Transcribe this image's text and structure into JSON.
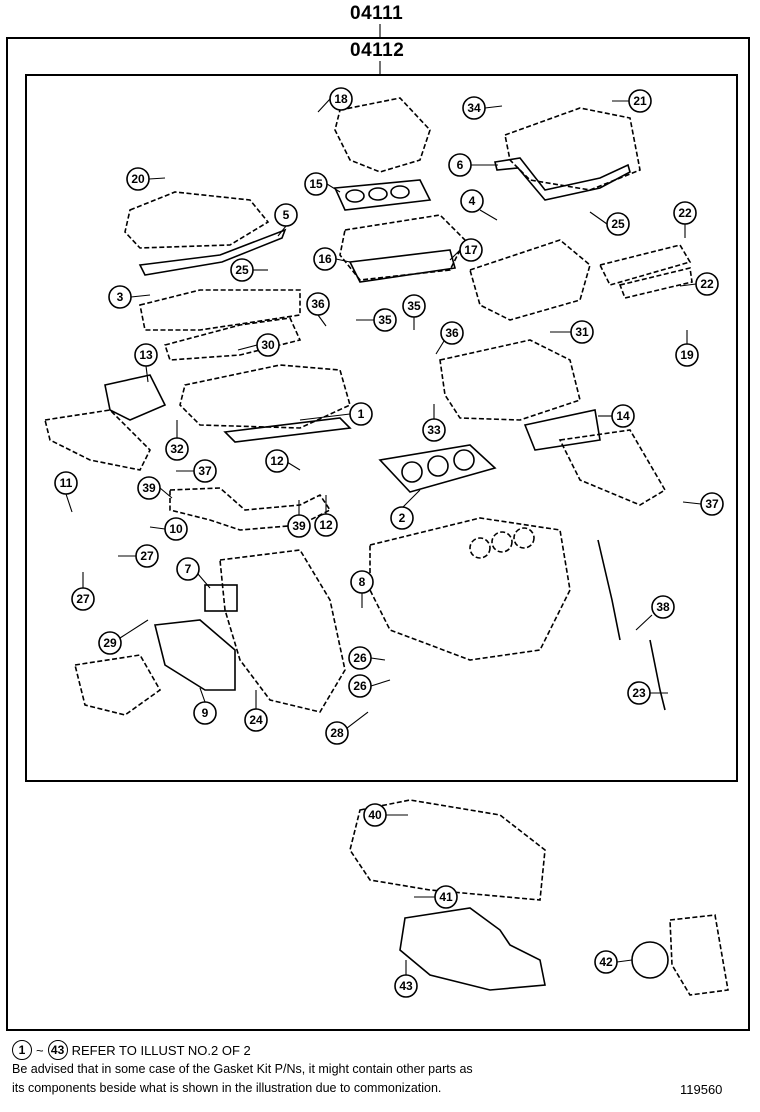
{
  "header": {
    "outer_code": "04111",
    "inner_code": "04112"
  },
  "callouts": [
    "1",
    "2",
    "3",
    "4",
    "5",
    "6",
    "7",
    "8",
    "9",
    "10",
    "11",
    "12",
    "12",
    "13",
    "14",
    "15",
    "16",
    "17",
    "18",
    "19",
    "20",
    "21",
    "22",
    "22",
    "23",
    "24",
    "25",
    "25",
    "26",
    "26",
    "27",
    "27",
    "28",
    "29",
    "30",
    "31",
    "32",
    "33",
    "34",
    "35",
    "35",
    "36",
    "36",
    "37",
    "37",
    "38",
    "39",
    "39",
    "40",
    "41",
    "42",
    "43"
  ],
  "footer": {
    "range_start": "1",
    "range_tilde": "~",
    "range_end": "43",
    "range_note": "REFER TO ILLUST NO.2 OF 2",
    "advisory_line1": "Be advised that in some case of the Gasket Kit P/Ns,  it might contain other parts as",
    "advisory_line2": "its components beside what is shown in the illustration due to commonization.",
    "drawing_number": "119560"
  }
}
